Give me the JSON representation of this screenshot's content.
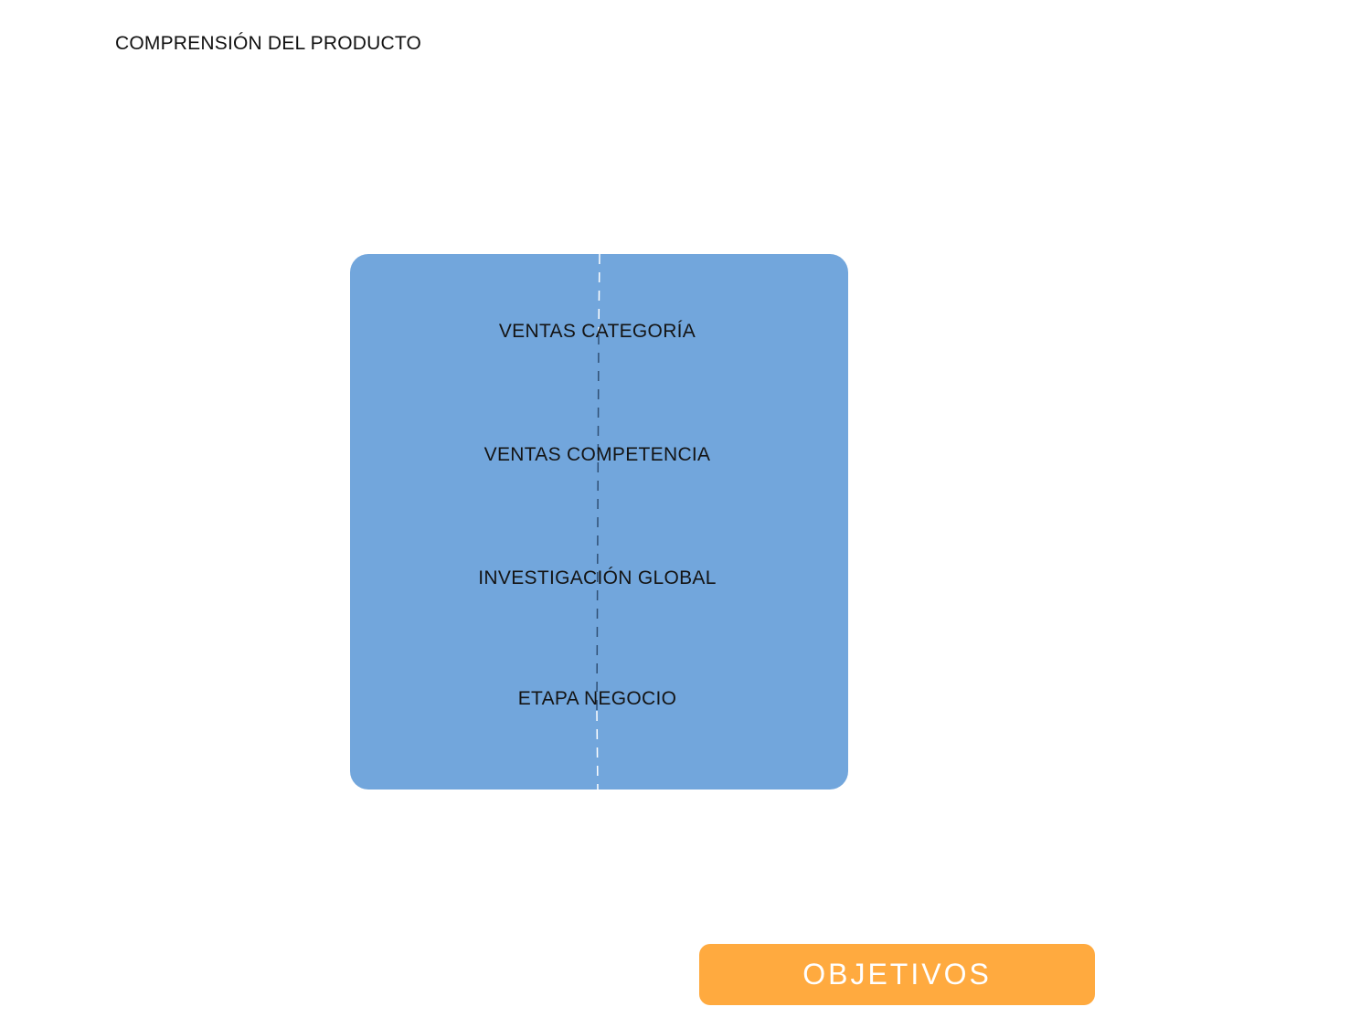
{
  "header": {
    "title": "COMPRENSIÓN DEL PRODUCTO"
  },
  "panel": {
    "background_color": "#72A6DC",
    "divider_color_light": "#FFFFFF",
    "divider_color_dark": "#2F4F74",
    "items": [
      {
        "label": "VENTAS CATEGORÍA"
      },
      {
        "label": "VENTAS COMPETENCIA"
      },
      {
        "label": "INVESTIGACIÓN GLOBAL"
      },
      {
        "label": "ETAPA NEGOCIO"
      }
    ]
  },
  "cta": {
    "label": "OBJETIVOS",
    "background_color": "#FFAA3F",
    "text_color": "#FFFFFF"
  }
}
